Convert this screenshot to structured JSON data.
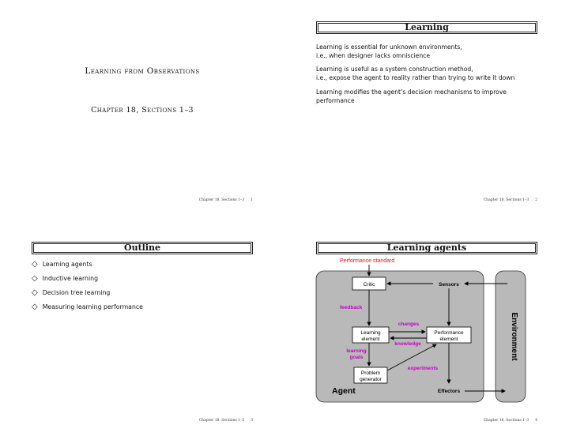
{
  "slide1": {
    "title": "Learning from Observations",
    "subtitle": "Chapter 18, Sections 1–3",
    "footer": "Chapter 18, Sections 1–3",
    "page": "1"
  },
  "slide2": {
    "heading": "Learning",
    "paragraphs": [
      [
        "Learning is essential for unknown environments,",
        "i.e., when designer lacks omniscience"
      ],
      [
        "Learning is useful as a system construction method,",
        "i.e., expose the agent to reality rather than trying to write it down"
      ],
      [
        "Learning modifies the agent’s decision mechanisms to improve performance"
      ]
    ],
    "footer": "Chapter 18, Sections 1–3",
    "page": "2"
  },
  "slide3": {
    "heading": "Outline",
    "items": [
      "Learning agents",
      "Inductive learning",
      "Decision tree learning",
      "Measuring learning performance"
    ],
    "bullet": "◇",
    "footer": "Chapter 18, Sections 1–3",
    "page": "3"
  },
  "slide4": {
    "heading": "Learning agents",
    "diagram": {
      "performance_standard": "Performance standard",
      "critic": "Critic",
      "sensors": "Sensors",
      "feedback": "feedback",
      "changes": "changes",
      "learning_element": [
        "Learning",
        "element"
      ],
      "performance_element": [
        "Performance",
        "element"
      ],
      "knowledge": "knowledge",
      "learning_goals": [
        "learning",
        "goals"
      ],
      "experiments": "experiments",
      "problem_generator": [
        "Problem",
        "generator"
      ],
      "agent": "Agent",
      "effectors": "Effectors",
      "environment": "Environment"
    },
    "footer": "Chapter 18, Sections 1–3",
    "page": "4"
  },
  "colors": {
    "red_label": "#e8141e",
    "magenta_label": "#c800c8",
    "agent_gray": "#b9b9b9"
  }
}
